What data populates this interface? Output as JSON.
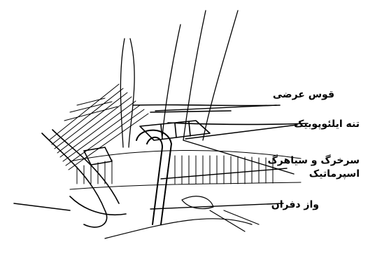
{
  "labels": {
    "arch": "قوس عرضی",
    "nerve": "تنه ایلئوپوبیک",
    "vessels_line1": "سرخرگ و سیاهرگ",
    "vessels_line2": "اسپرماتیک",
    "vas": "واز دفران"
  }
}
